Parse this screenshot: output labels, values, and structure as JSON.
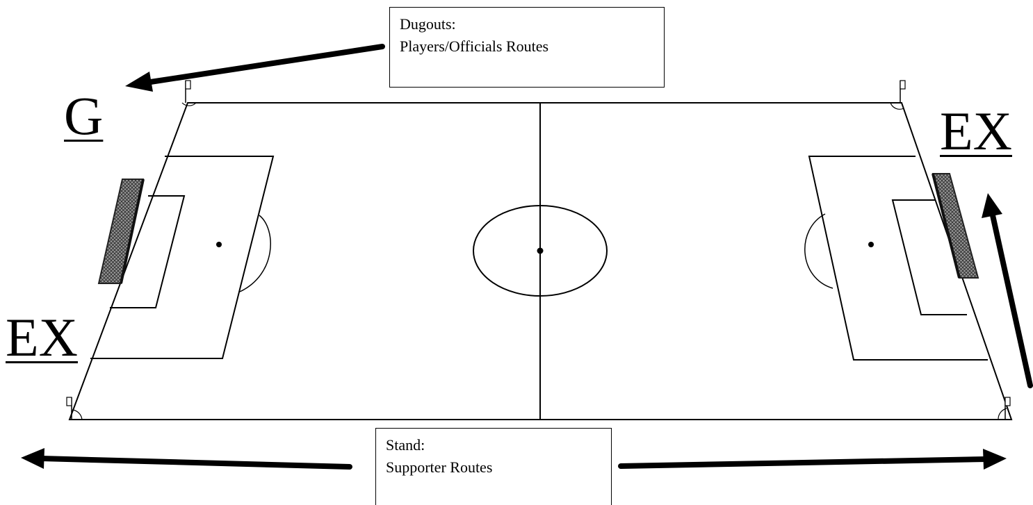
{
  "dugouts_box": {
    "title": "Dugouts:",
    "subtitle": "Players/Officials Routes"
  },
  "stand_box": {
    "title": "Stand:",
    "subtitle": "Supporter Routes"
  },
  "markers": {
    "gate_top_left": "G",
    "exit_left": "EX",
    "exit_right": "EX"
  },
  "colors": {
    "line": "#000000",
    "goal_net": "#555555",
    "background": "#ffffff"
  }
}
